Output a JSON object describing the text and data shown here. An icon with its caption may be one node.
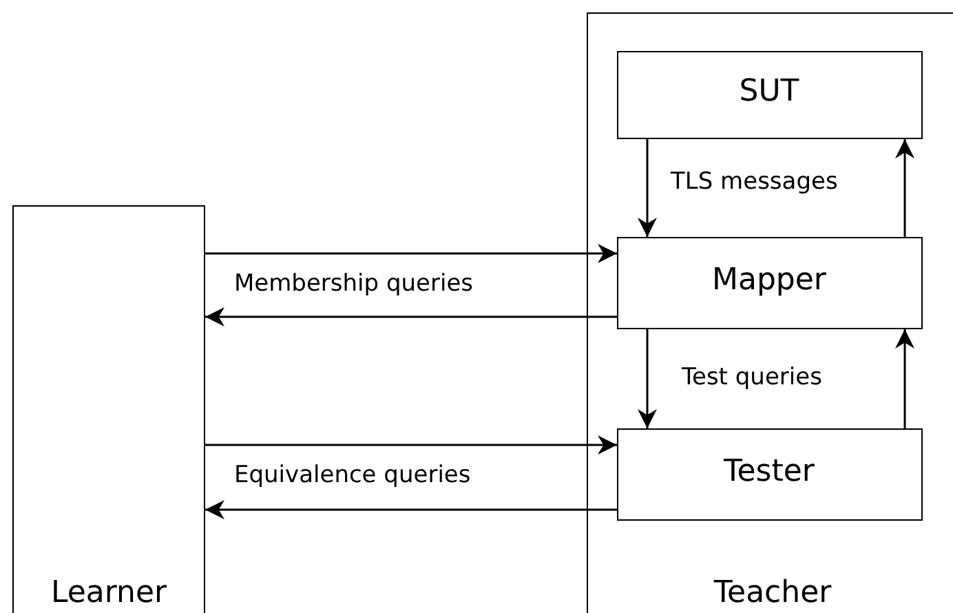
{
  "diagram": {
    "nodes": [
      {
        "text": [
          "Learner"
        ]
      },
      {
        "text": [
          "Teacher"
        ]
      },
      {
        "text": [
          "SUT"
        ],
        "in": 1
      },
      {
        "text": [
          "Mapper"
        ],
        "in": 1
      },
      {
        "text": [
          "Tester"
        ],
        "in": 1
      }
    ],
    "edges": [
      {
        "from": 2,
        "to": 3,
        "arrow": "to",
        "label": "TLS messages"
      },
      {
        "from": 3,
        "to": 2,
        "arrow": "to"
      },
      {
        "from": 0,
        "to": 3,
        "arrow": "to"
      },
      {
        "from": 3,
        "to": 0,
        "arrow": "to",
        "label": "Membership queries"
      },
      {
        "from": 3,
        "to": 4,
        "arrow": "to",
        "label": "Test queries"
      },
      {
        "from": 4,
        "to": 3,
        "arrow": "to"
      },
      {
        "from": 0,
        "to": 4,
        "arrow": "to"
      },
      {
        "from": 4,
        "to": 0,
        "arrow": "to",
        "label": "Equivalence queries"
      }
    ]
  }
}
